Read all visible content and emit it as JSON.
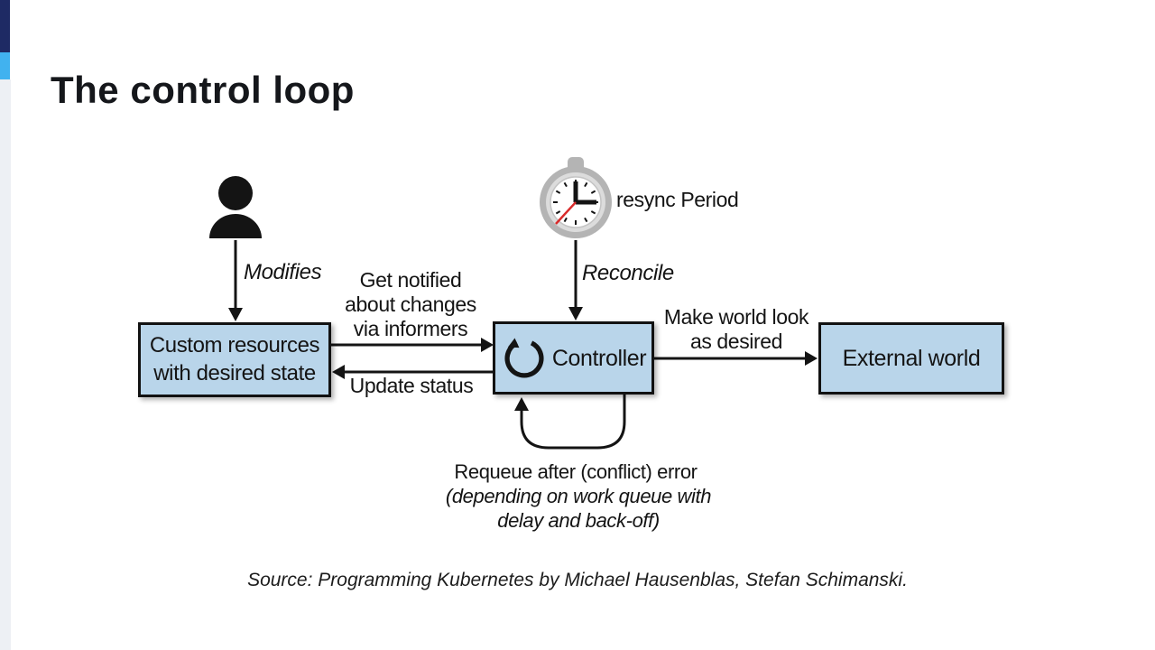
{
  "page": {
    "title": "The control loop",
    "source_caption": "Source: Programming Kubernetes by Michael Hausenblas, Stefan Schimanski."
  },
  "colors": {
    "accent_navy": "#1e2a64",
    "accent_blue": "#41b2ef",
    "accent_gray": "#edf0f4",
    "box_fill": "#b9d5ea",
    "box_border": "#121212",
    "diagram_ink": "#141414",
    "clock_ring": "#b4b4b4",
    "clock_inner": "#dcdcdc",
    "clock_face": "#ffffff",
    "second_hand_red": "#d92b2b"
  },
  "diagram": {
    "nodes": {
      "custom_resources": "Custom resources\nwith desired state",
      "controller": "Controller",
      "external_world": "External world"
    },
    "edges": {
      "modifies": "Modifies",
      "reconcile": "Reconcile",
      "get_notified": "Get notified\nabout changes\nvia informers",
      "update_status": "Update status",
      "make_world": "Make world look\nas desired",
      "requeue_title": "Requeue after (conflict) error",
      "requeue_note": "(depending on work queue with\ndelay and back-off)"
    },
    "icons": {
      "person": "person-icon",
      "stopwatch": "stopwatch-icon",
      "reload": "reload-icon"
    },
    "timer_label": "resync Period"
  }
}
